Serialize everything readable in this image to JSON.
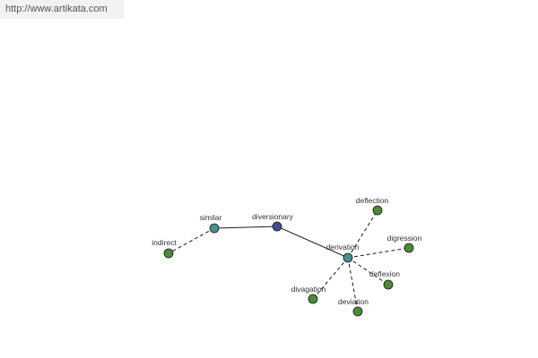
{
  "source": {
    "url_text": "http://www.artikata.com"
  },
  "graph": {
    "colors": {
      "center": "#3d4d8c",
      "hub": "#4a8f8f",
      "leaf": "#4d8a3d",
      "stroke": "#1a1a1a"
    },
    "nodes": [
      {
        "id": "diversionary",
        "label": "diversionary",
        "kind": "center"
      },
      {
        "id": "similar",
        "label": "similar",
        "kind": "hub"
      },
      {
        "id": "derivation",
        "label": "derivation",
        "kind": "hub"
      },
      {
        "id": "indirect",
        "label": "indirect",
        "kind": "leaf"
      },
      {
        "id": "deflection",
        "label": "deflection",
        "kind": "leaf"
      },
      {
        "id": "digression",
        "label": "digression",
        "kind": "leaf"
      },
      {
        "id": "deflexion",
        "label": "deflexion",
        "kind": "leaf"
      },
      {
        "id": "deviation",
        "label": "deviation",
        "kind": "leaf"
      },
      {
        "id": "divagation",
        "label": "divagation",
        "kind": "leaf"
      }
    ],
    "edges": [
      {
        "from": "diversionary",
        "to": "similar",
        "style": "solid"
      },
      {
        "from": "diversionary",
        "to": "derivation",
        "style": "solid"
      },
      {
        "from": "similar",
        "to": "indirect",
        "style": "dashed"
      },
      {
        "from": "derivation",
        "to": "deflection",
        "style": "dashed"
      },
      {
        "from": "derivation",
        "to": "digression",
        "style": "dashed"
      },
      {
        "from": "derivation",
        "to": "deflexion",
        "style": "dashed"
      },
      {
        "from": "derivation",
        "to": "deviation",
        "style": "dashed"
      },
      {
        "from": "derivation",
        "to": "divagation",
        "style": "dashed"
      }
    ]
  }
}
